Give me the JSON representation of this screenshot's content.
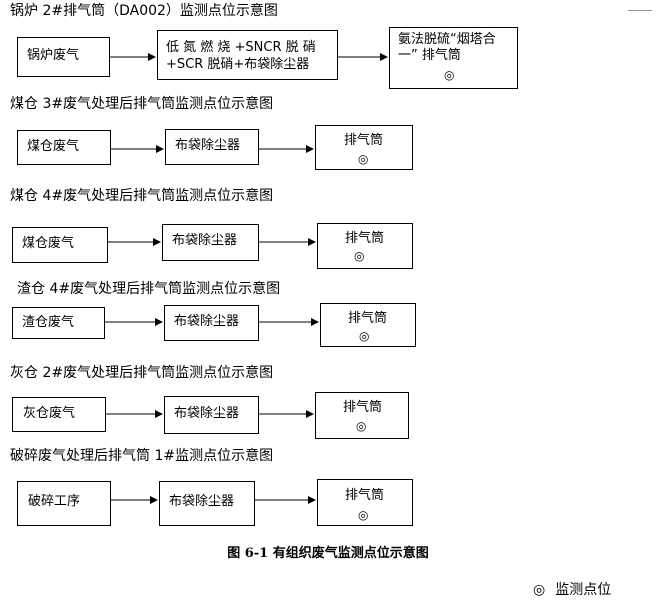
{
  "sections": [
    {
      "title": "锅炉 2#排气筒（DA002）监测点位示意图",
      "source": "锅炉废气",
      "process": "低 氮 燃 烧 +SNCR 脱 硝 +SCR 脱硝+布袋除尘器",
      "outlet": "氨法脱硫“烟塔合一” 排气筒"
    },
    {
      "title": "煤仓 3#废气处理后排气筒监测点位示意图",
      "source": "煤仓废气",
      "process": "布袋除尘器",
      "outlet": "排气筒"
    },
    {
      "title": "煤仓 4#废气处理后排气筒监测点位示意图",
      "source": "煤仓废气",
      "process": "布袋除尘器",
      "outlet": "排气筒"
    },
    {
      "title": "渣仓 4#废气处理后排气筒监测点位示意图",
      "source": "渣仓废气",
      "process": "布袋除尘器",
      "outlet": "排气筒"
    },
    {
      "title": "灰仓 2#废气处理后排气筒监测点位示意图",
      "source": "灰仓废气",
      "process": "布袋除尘器",
      "outlet": "排气筒"
    },
    {
      "title": "破碎废气处理后排气筒 1#监测点位示意图",
      "source": "破碎工序",
      "process": "布袋除尘器",
      "outlet": "排气筒"
    }
  ],
  "marker_symbol": "◎",
  "caption": "图 6-1  有组织废气监测点位示意图",
  "legend": {
    "symbol": "◎",
    "label": "监测点位"
  }
}
